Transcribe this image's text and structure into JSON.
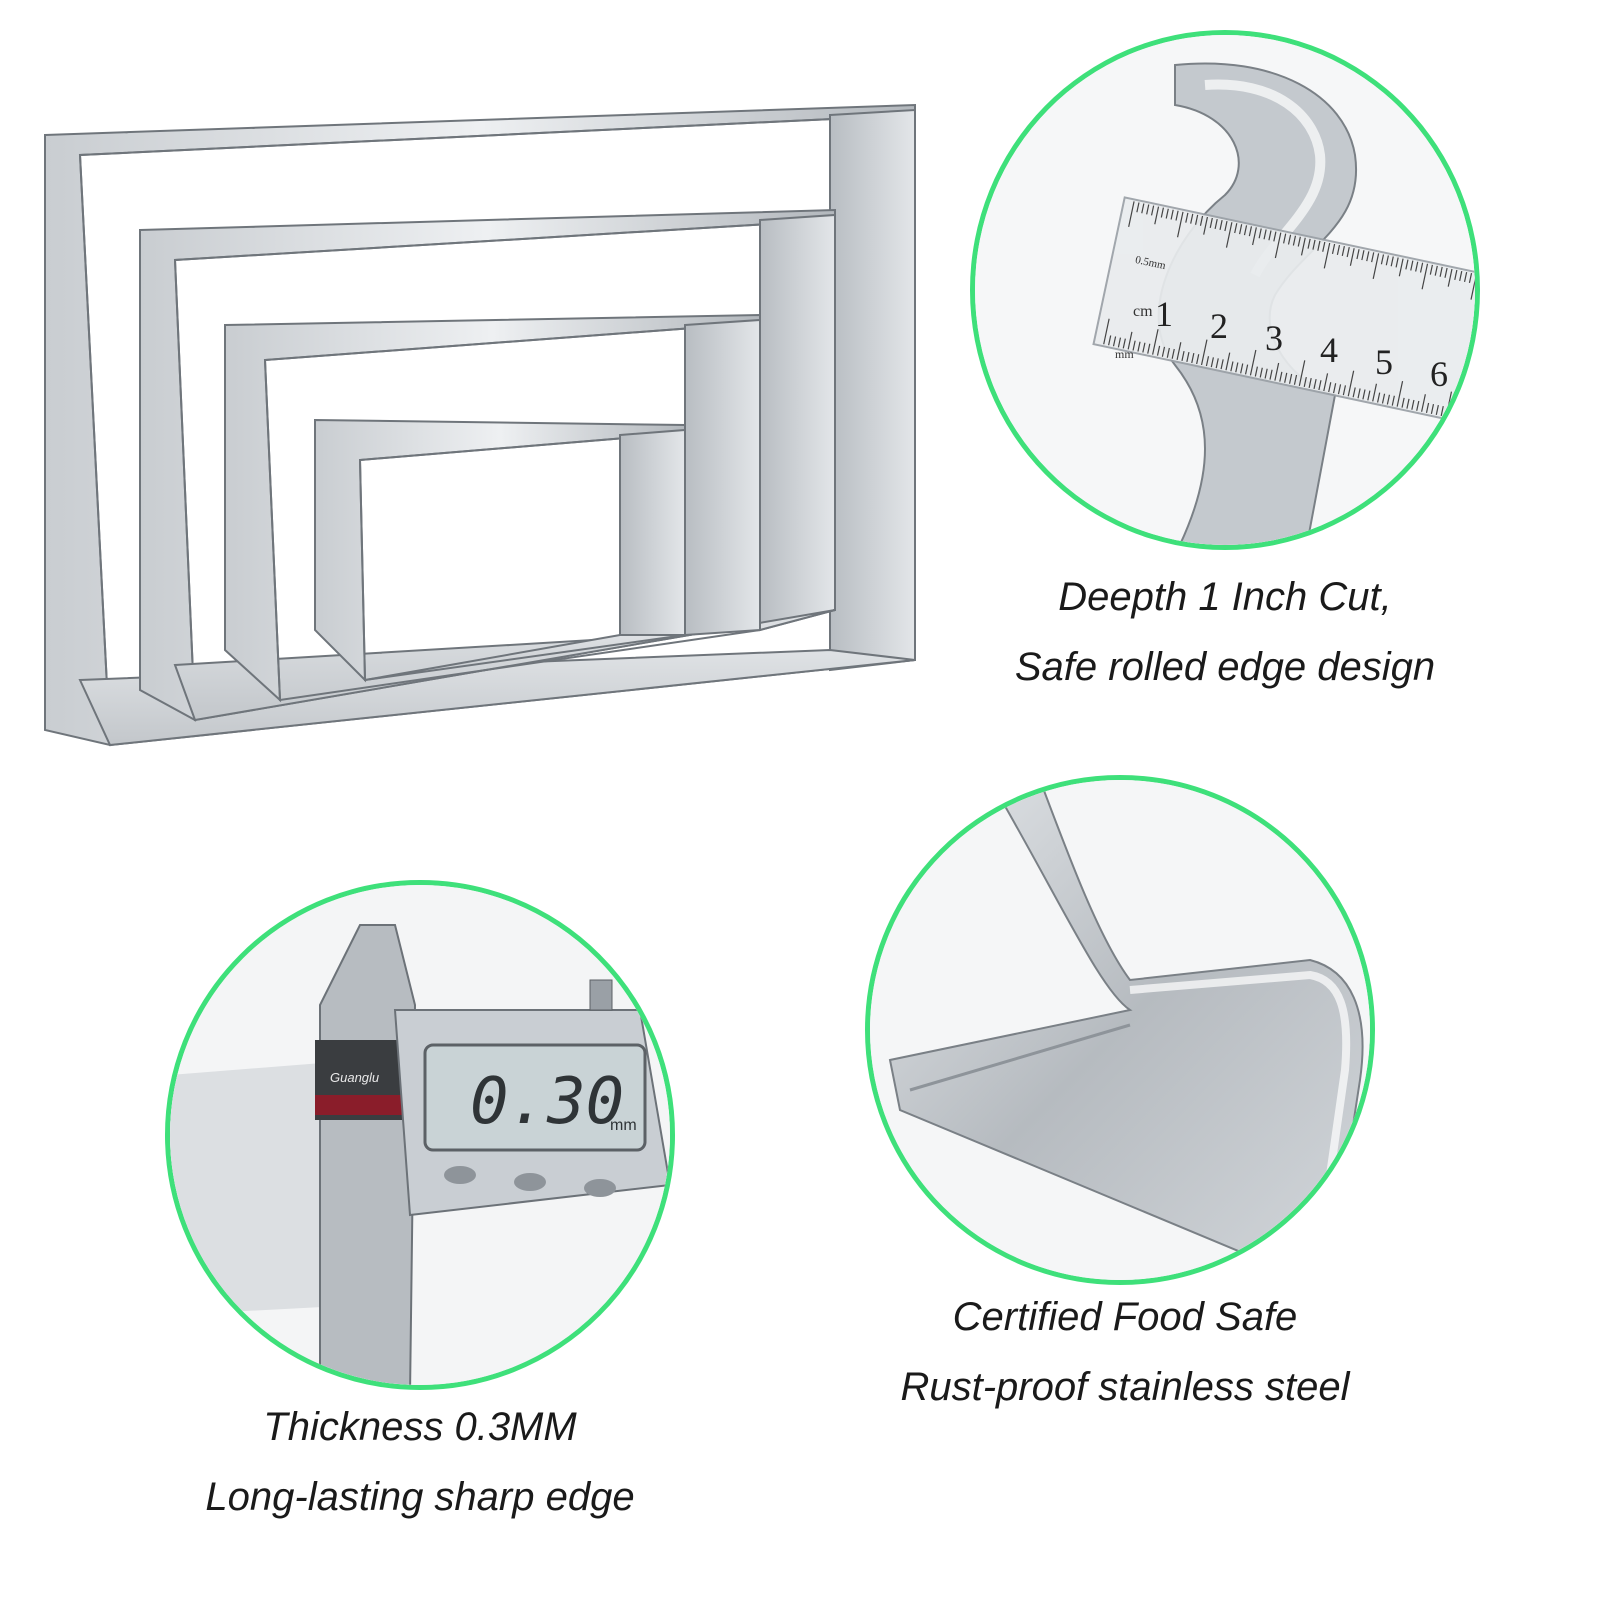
{
  "colors": {
    "circle_border": "#3ee07a",
    "steel_light": "#e9ecef",
    "steel_mid": "#bfc4c9",
    "steel_dark": "#8e949a",
    "lcd": "#c9d3d6",
    "caliper_red": "#8a1d2a"
  },
  "product": {
    "description_icon": "nested-rectangle-cutters"
  },
  "features": [
    {
      "icon": "ruler-depth-icon",
      "line1": "Deepth 1 Inch Cut,",
      "line2": "Safe rolled edge design"
    },
    {
      "icon": "caliper-thickness-icon",
      "line1": "Thickness 0.3MM",
      "line2": "Long-lasting sharp edge"
    },
    {
      "icon": "steel-bend-icon",
      "line1": "Certified Food Safe",
      "line2": "Rust-proof stainless steel"
    }
  ],
  "ruler": {
    "unit": "cm",
    "sub_unit": "mm",
    "precision": "0.5mm",
    "numbers": [
      "1",
      "2",
      "3",
      "4",
      "5",
      "6"
    ]
  },
  "caliper": {
    "reading": "0.30",
    "unit": "mm",
    "brand": "Guanglu"
  }
}
